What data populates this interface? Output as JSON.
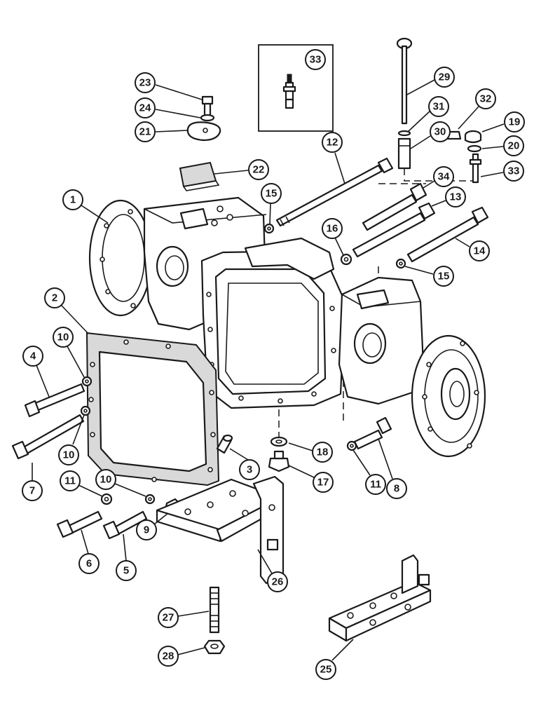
{
  "callouts": [
    {
      "id": "c33a",
      "label": "33"
    },
    {
      "id": "c29",
      "label": "29"
    },
    {
      "id": "c31",
      "label": "31"
    },
    {
      "id": "c30",
      "label": "30"
    },
    {
      "id": "c32",
      "label": "32"
    },
    {
      "id": "c19",
      "label": "19"
    },
    {
      "id": "c20",
      "label": "20"
    },
    {
      "id": "c33b",
      "label": "33"
    },
    {
      "id": "c23",
      "label": "23"
    },
    {
      "id": "c24",
      "label": "24"
    },
    {
      "id": "c21",
      "label": "21"
    },
    {
      "id": "c22",
      "label": "22"
    },
    {
      "id": "c12",
      "label": "12"
    },
    {
      "id": "c34",
      "label": "34"
    },
    {
      "id": "c13",
      "label": "13"
    },
    {
      "id": "c14",
      "label": "14"
    },
    {
      "id": "c15a",
      "label": "15"
    },
    {
      "id": "c15b",
      "label": "15"
    },
    {
      "id": "c16",
      "label": "16"
    },
    {
      "id": "c1",
      "label": "1"
    },
    {
      "id": "c2",
      "label": "2"
    },
    {
      "id": "c10a",
      "label": "10"
    },
    {
      "id": "c10b",
      "label": "10"
    },
    {
      "id": "c10c",
      "label": "10"
    },
    {
      "id": "c4",
      "label": "4"
    },
    {
      "id": "c7",
      "label": "7"
    },
    {
      "id": "c3",
      "label": "3"
    },
    {
      "id": "c18",
      "label": "18"
    },
    {
      "id": "c17",
      "label": "17"
    },
    {
      "id": "c8",
      "label": "8"
    },
    {
      "id": "c11a",
      "label": "11"
    },
    {
      "id": "c11b",
      "label": "11"
    },
    {
      "id": "c9",
      "label": "9"
    },
    {
      "id": "c6",
      "label": "6"
    },
    {
      "id": "c5",
      "label": "5"
    },
    {
      "id": "c26",
      "label": "26"
    },
    {
      "id": "c27",
      "label": "27"
    },
    {
      "id": "c28",
      "label": "28"
    },
    {
      "id": "c25",
      "label": "25"
    }
  ]
}
